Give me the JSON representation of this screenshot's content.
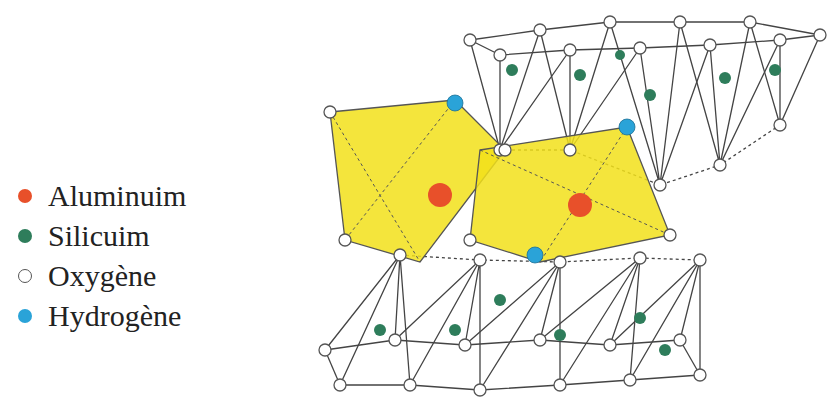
{
  "diagram": {
    "legend": [
      {
        "text": "Aluminuim",
        "color": "#e8502a"
      },
      {
        "text": "Silicuim",
        "color": "#2e7d5b"
      },
      {
        "text": "Oxygène",
        "color": "#ffffff"
      },
      {
        "text": "Hydrogène",
        "color": "#2aa3d8"
      }
    ]
  }
}
